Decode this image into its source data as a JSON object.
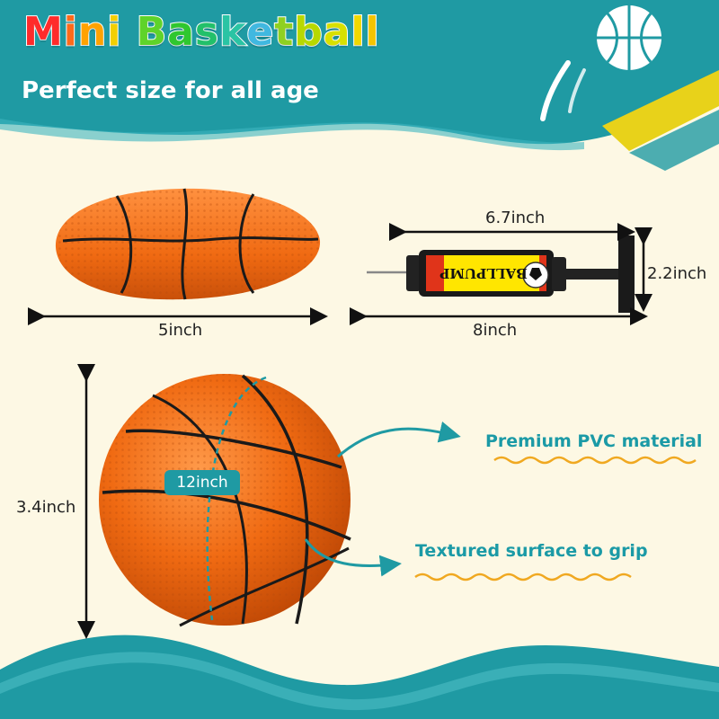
{
  "title": {
    "letters": [
      {
        "ch": "M",
        "color": "#ff2b2b"
      },
      {
        "ch": "i",
        "color": "#ff6a1a"
      },
      {
        "ch": "n",
        "color": "#ffa200"
      },
      {
        "ch": "i",
        "color": "#f2cf00"
      },
      {
        "ch": " ",
        "color": "#ffffff"
      },
      {
        "ch": "B",
        "color": "#5fd32a"
      },
      {
        "ch": "a",
        "color": "#2fc72f"
      },
      {
        "ch": "s",
        "color": "#22c06a"
      },
      {
        "ch": "k",
        "color": "#2ac4a4"
      },
      {
        "ch": "e",
        "color": "#40b8e0"
      },
      {
        "ch": "t",
        "color": "#8fd020"
      },
      {
        "ch": "b",
        "color": "#b8d800"
      },
      {
        "ch": "a",
        "color": "#d8e000"
      },
      {
        "ch": "l",
        "color": "#f0d800"
      },
      {
        "ch": "l",
        "color": "#f5c400"
      }
    ]
  },
  "subtitle": "Perfect size for all age",
  "deflated_ball": {
    "width_label": "5inch"
  },
  "pump": {
    "brand_text": "BALLPUMP",
    "length_label": "8inch",
    "body_length_label": "6.7inch",
    "height_label": "2.2inch"
  },
  "ball": {
    "height_label": "3.4inch",
    "circumference_label": "12inch"
  },
  "features": [
    {
      "text": "Premium PVC material"
    },
    {
      "text": "Textured surface to grip"
    }
  ],
  "colors": {
    "teal": "#1f9aa3",
    "cream": "#fdf8e4",
    "ball_orange": "#f06a12",
    "accent_yellow": "#e8d21a",
    "squiggle": "#f0a820"
  }
}
